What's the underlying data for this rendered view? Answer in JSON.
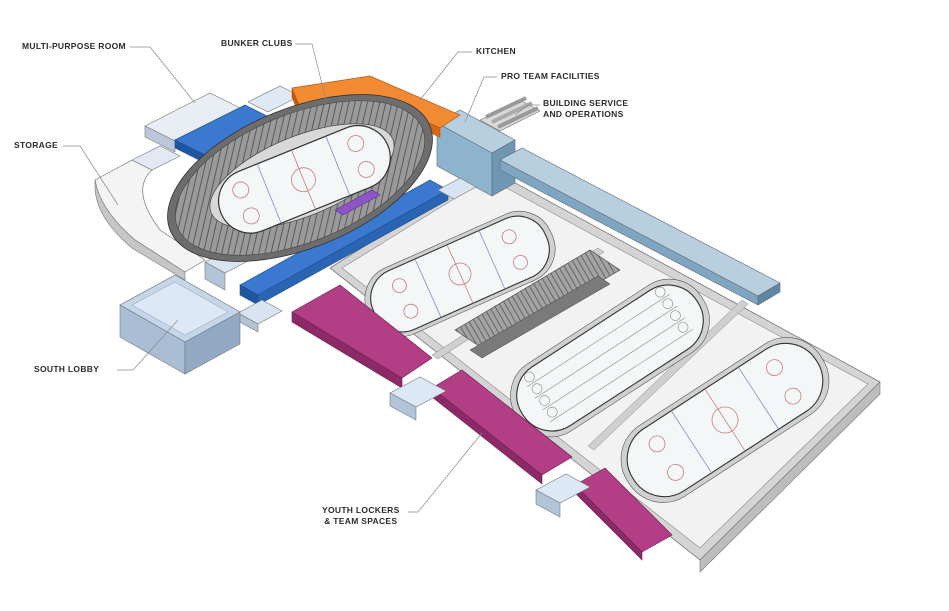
{
  "labels": {
    "multi_purpose_room": "MULTI-PURPOSE ROOM",
    "bunker_clubs": "BUNKER CLUBS",
    "kitchen": "KITCHEN",
    "pro_team_facilities": "PRO TEAM FACILITIES",
    "building_service_1": "BUILDING SERVICE",
    "building_service_2": "AND OPERATIONS",
    "storage": "STORAGE",
    "south_lobby": "SOUTH LOBBY",
    "youth_lockers_1": "YOUTH LOCKERS",
    "youth_lockers_2": "& TEAM SPACES"
  },
  "colors": {
    "floor": "#eeeeee",
    "wall_top": "#f6f6f6",
    "wall_side": "#c9c9c9",
    "ice": "#f4f7f7",
    "seating": "#8c8c8c",
    "blue": "#2f6fc4",
    "orange": "#f07a1f",
    "purple": "#b23f86",
    "steel_blue": "#8eb3cc",
    "glass": "#dce8f5",
    "violet": "#8c55c8",
    "line_red": "#c97a7a",
    "leader": "#888888"
  }
}
